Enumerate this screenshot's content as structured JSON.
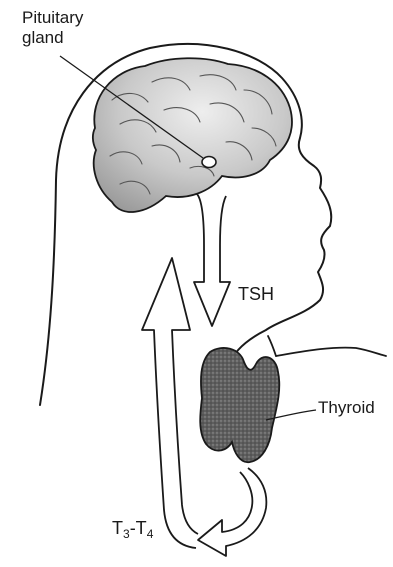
{
  "labels": {
    "pituitary_line1": "Pituitary",
    "pituitary_line2": "gland",
    "tsh": "TSH",
    "thyroid": "Thyroid",
    "t3_prefix": "T",
    "t3_sub": "3",
    "t3_dash": "-T",
    "t4_sub": "4"
  },
  "colors": {
    "outline": "#1a1a1a",
    "brain_fill": "#c8c8c8",
    "thyroid_fill": "#6a6a6a",
    "background": "#ffffff"
  }
}
